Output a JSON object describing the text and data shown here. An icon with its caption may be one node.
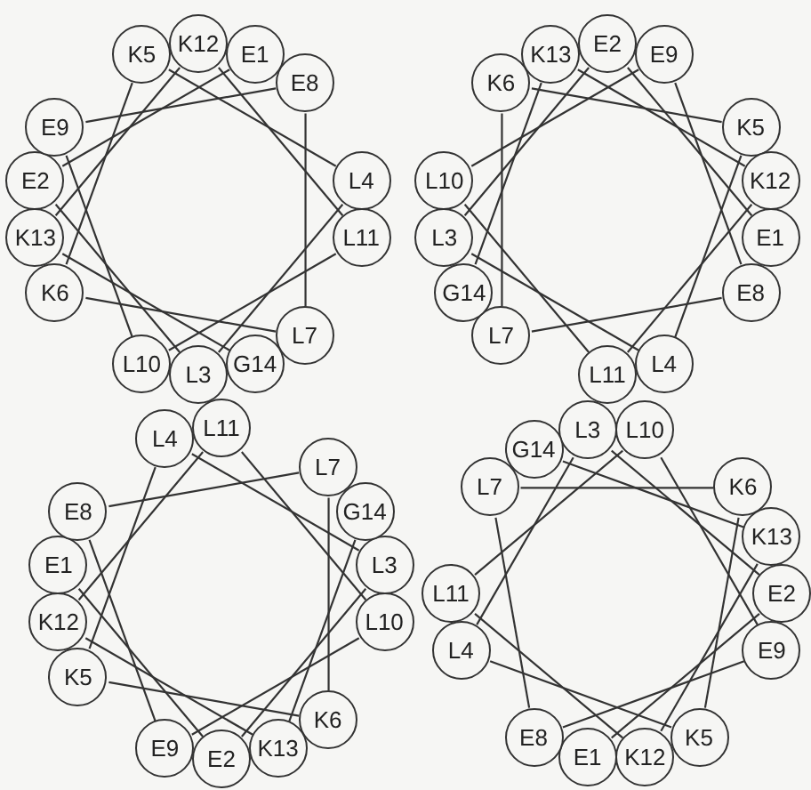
{
  "diagram": {
    "nodes": [
      {
        "text": [
          "E1"
        ]
      },
      {
        "text": [
          "E2"
        ]
      },
      {
        "text": [
          "L3"
        ]
      },
      {
        "text": [
          "L4"
        ]
      },
      {
        "text": [
          "K5"
        ]
      },
      {
        "text": [
          "K6"
        ]
      },
      {
        "text": [
          "L7"
        ]
      },
      {
        "text": [
          "E8"
        ]
      },
      {
        "text": [
          "E9"
        ]
      },
      {
        "text": [
          "L10"
        ]
      },
      {
        "text": [
          "L11"
        ]
      },
      {
        "text": [
          "K12"
        ]
      },
      {
        "text": [
          "K13"
        ]
      },
      {
        "text": [
          "G14"
        ]
      },
      {
        "text": [
          "E1"
        ]
      },
      {
        "text": [
          "E2"
        ]
      },
      {
        "text": [
          "L3"
        ]
      },
      {
        "text": [
          "L4"
        ]
      },
      {
        "text": [
          "K5"
        ]
      },
      {
        "text": [
          "K6"
        ]
      },
      {
        "text": [
          "L7"
        ]
      },
      {
        "text": [
          "E8"
        ]
      },
      {
        "text": [
          "E9"
        ]
      },
      {
        "text": [
          "L10"
        ]
      },
      {
        "text": [
          "L11"
        ]
      },
      {
        "text": [
          "K12"
        ]
      },
      {
        "text": [
          "K13"
        ]
      },
      {
        "text": [
          "G14"
        ]
      },
      {
        "text": [
          "E1"
        ]
      },
      {
        "text": [
          "E2"
        ]
      },
      {
        "text": [
          "L3"
        ]
      },
      {
        "text": [
          "L4"
        ]
      },
      {
        "text": [
          "K5"
        ]
      },
      {
        "text": [
          "K6"
        ]
      },
      {
        "text": [
          "L7"
        ]
      },
      {
        "text": [
          "E8"
        ]
      },
      {
        "text": [
          "E9"
        ]
      },
      {
        "text": [
          "L10"
        ]
      },
      {
        "text": [
          "L11"
        ]
      },
      {
        "text": [
          "K12"
        ]
      },
      {
        "text": [
          "K13"
        ]
      },
      {
        "text": [
          "G14"
        ]
      },
      {
        "text": [
          "E1"
        ]
      },
      {
        "text": [
          "E2"
        ]
      },
      {
        "text": [
          "L3"
        ]
      },
      {
        "text": [
          "L4"
        ]
      },
      {
        "text": [
          "K5"
        ]
      },
      {
        "text": [
          "K6"
        ]
      },
      {
        "text": [
          "L7"
        ]
      },
      {
        "text": [
          "E8"
        ]
      },
      {
        "text": [
          "E9"
        ]
      },
      {
        "text": [
          "L10"
        ]
      },
      {
        "text": [
          "L11"
        ]
      },
      {
        "text": [
          "K12"
        ]
      },
      {
        "text": [
          "K13"
        ]
      },
      {
        "text": [
          "G14"
        ]
      }
    ],
    "edges": [
      {
        "from": 0,
        "to": 1,
        "arrow": "none"
      },
      {
        "from": 1,
        "to": 2,
        "arrow": "none"
      },
      {
        "from": 2,
        "to": 3,
        "arrow": "none"
      },
      {
        "from": 3,
        "to": 4,
        "arrow": "none"
      },
      {
        "from": 4,
        "to": 5,
        "arrow": "none"
      },
      {
        "from": 5,
        "to": 6,
        "arrow": "none"
      },
      {
        "from": 6,
        "to": 7,
        "arrow": "none"
      },
      {
        "from": 7,
        "to": 8,
        "arrow": "none"
      },
      {
        "from": 8,
        "to": 9,
        "arrow": "none"
      },
      {
        "from": 9,
        "to": 10,
        "arrow": "none"
      },
      {
        "from": 10,
        "to": 11,
        "arrow": "none"
      },
      {
        "from": 11,
        "to": 12,
        "arrow": "none"
      },
      {
        "from": 12,
        "to": 13,
        "arrow": "none"
      },
      {
        "from": 14,
        "to": 15,
        "arrow": "none"
      },
      {
        "from": 15,
        "to": 16,
        "arrow": "none"
      },
      {
        "from": 16,
        "to": 17,
        "arrow": "none"
      },
      {
        "from": 17,
        "to": 18,
        "arrow": "none"
      },
      {
        "from": 18,
        "to": 19,
        "arrow": "none"
      },
      {
        "from": 19,
        "to": 20,
        "arrow": "none"
      },
      {
        "from": 20,
        "to": 21,
        "arrow": "none"
      },
      {
        "from": 21,
        "to": 22,
        "arrow": "none"
      },
      {
        "from": 22,
        "to": 23,
        "arrow": "none"
      },
      {
        "from": 23,
        "to": 24,
        "arrow": "none"
      },
      {
        "from": 24,
        "to": 25,
        "arrow": "none"
      },
      {
        "from": 25,
        "to": 26,
        "arrow": "none"
      },
      {
        "from": 26,
        "to": 27,
        "arrow": "none"
      },
      {
        "from": 28,
        "to": 29,
        "arrow": "none"
      },
      {
        "from": 29,
        "to": 30,
        "arrow": "none"
      },
      {
        "from": 30,
        "to": 31,
        "arrow": "none"
      },
      {
        "from": 31,
        "to": 32,
        "arrow": "none"
      },
      {
        "from": 32,
        "to": 33,
        "arrow": "none"
      },
      {
        "from": 33,
        "to": 34,
        "arrow": "none"
      },
      {
        "from": 34,
        "to": 35,
        "arrow": "none"
      },
      {
        "from": 35,
        "to": 36,
        "arrow": "none"
      },
      {
        "from": 36,
        "to": 37,
        "arrow": "none"
      },
      {
        "from": 37,
        "to": 38,
        "arrow": "none"
      },
      {
        "from": 38,
        "to": 39,
        "arrow": "none"
      },
      {
        "from": 39,
        "to": 40,
        "arrow": "none"
      },
      {
        "from": 40,
        "to": 41,
        "arrow": "none"
      },
      {
        "from": 42,
        "to": 43,
        "arrow": "none"
      },
      {
        "from": 43,
        "to": 44,
        "arrow": "none"
      },
      {
        "from": 44,
        "to": 45,
        "arrow": "none"
      },
      {
        "from": 45,
        "to": 46,
        "arrow": "none"
      },
      {
        "from": 46,
        "to": 47,
        "arrow": "none"
      },
      {
        "from": 47,
        "to": 48,
        "arrow": "none"
      },
      {
        "from": 48,
        "to": 49,
        "arrow": "none"
      },
      {
        "from": 49,
        "to": 50,
        "arrow": "none"
      },
      {
        "from": 50,
        "to": 51,
        "arrow": "none"
      },
      {
        "from": 51,
        "to": 52,
        "arrow": "none"
      },
      {
        "from": 52,
        "to": 53,
        "arrow": "none"
      },
      {
        "from": 53,
        "to": 54,
        "arrow": "none"
      },
      {
        "from": 54,
        "to": 55,
        "arrow": "none"
      }
    ]
  }
}
